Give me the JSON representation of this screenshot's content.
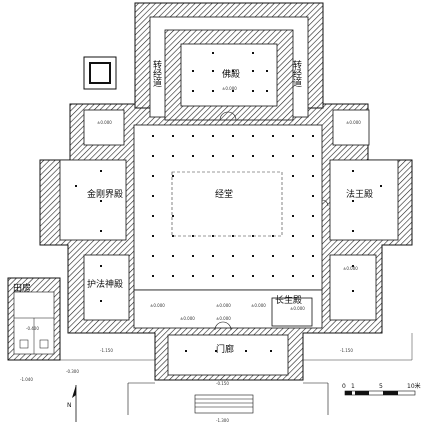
{
  "labels": {
    "buddha_hall": "佛殿",
    "circumambulation_left": "转经道",
    "circumambulation_right": "转经道",
    "sutra_hall": "经堂",
    "vajradhatu_hall": "金刚界殿",
    "dharma_king_hall": "法王殿",
    "protector_hall": "护法神殿",
    "longevity_hall": "长生殿",
    "gate_porch": "门廊",
    "field_room": "田房"
  },
  "elevations": {
    "buddha_hall": "±0.000",
    "upper_left_room": "±0.000",
    "upper_right_room": "±0.000",
    "lower_right_room": "±0.000",
    "left_corridor": "±0.000",
    "right_corridor": "±0.000",
    "mid_left": "±0.000",
    "mid_right": "±0.000",
    "porch_left": "±0.000",
    "porch_right": "±0.000",
    "gate": "-0.150",
    "courtyard_left": "-1.150",
    "courtyard_right": "-1.150",
    "annex": "-0.400",
    "annex_bottom": "-1.040",
    "front": "-0.300",
    "stairs": "-1.300"
  },
  "scale_bar": {
    "ticks": [
      "0",
      "1",
      "5",
      "10米"
    ]
  },
  "north_arrow": {
    "label": "N",
    "icon": "north-arrow-icon"
  }
}
